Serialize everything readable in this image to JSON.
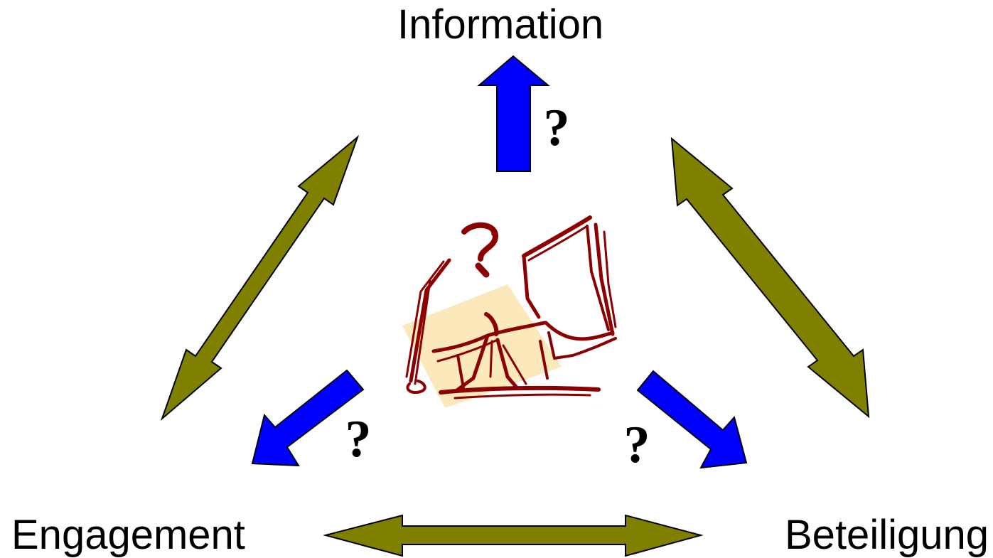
{
  "labels": {
    "top": "Information",
    "bottom_left": "Engagement",
    "bottom_right": "Beteiligung"
  },
  "question_mark": "?",
  "colors": {
    "background": "#ffffff",
    "blue_arrow": "#0000ff",
    "olive_arrow": "#808000",
    "outline": "#000000",
    "sketch_stroke": "#8b0000",
    "sketch_fill": "#fbe6b4"
  },
  "icons": {
    "center": "sketch-reading-person-with-book-and-question-mark-icon"
  }
}
